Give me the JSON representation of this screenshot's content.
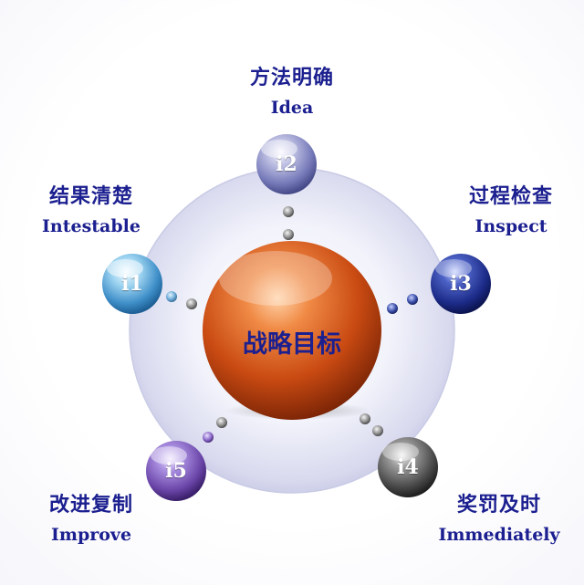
{
  "center": {
    "label": "战略目标",
    "color": "#d4561a"
  },
  "nodes": [
    {
      "id": "i1",
      "label": "i1",
      "zh": "结果清楚",
      "en": "Intestable",
      "color": "#5aa6d6"
    },
    {
      "id": "i2",
      "label": "i2",
      "zh": "方法明确",
      "en": "Idea",
      "color": "#8c8fc8"
    },
    {
      "id": "i3",
      "label": "i3",
      "zh": "过程检查",
      "en": "Inspect",
      "color": "#1f2f8a"
    },
    {
      "id": "i4",
      "label": "i4",
      "zh": "奖罚及时",
      "en": "Immediately",
      "color": "#4a4a4a"
    },
    {
      "id": "i5",
      "label": "i5",
      "zh": "改进复制",
      "en": "Improve",
      "color": "#6a45a8"
    }
  ],
  "colors": {
    "text": "#1b1f8f",
    "ring": "#d9dbee"
  }
}
